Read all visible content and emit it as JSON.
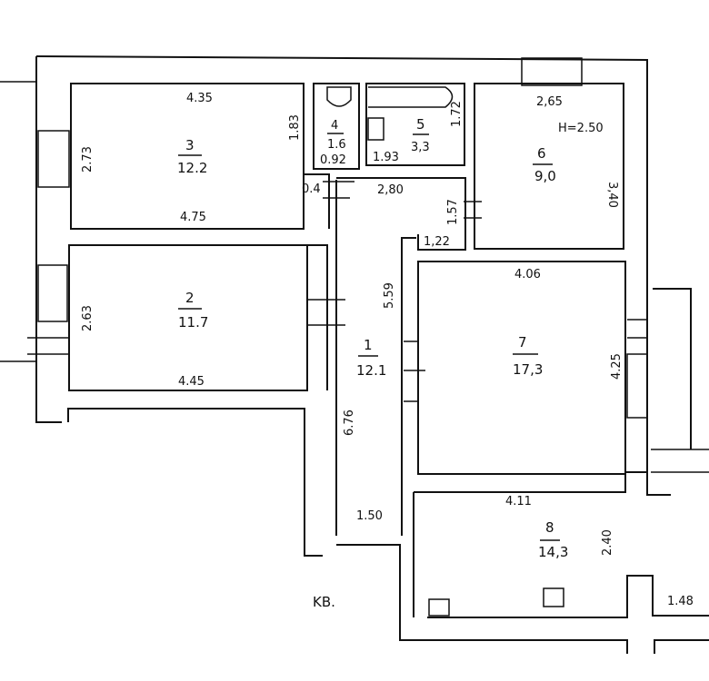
{
  "plan_label": "KB.",
  "ceiling_height": "H=2.50",
  "rooms": {
    "r1": {
      "number": "1",
      "area": "12.1",
      "dim_a": "5.59",
      "dim_b": "6.76",
      "dim_c": "1.50"
    },
    "r2": {
      "number": "2",
      "area": "11.7",
      "dim_width": "4.45",
      "dim_height": "2.63"
    },
    "r3": {
      "number": "3",
      "area": "12.2",
      "dim_top": "4.35",
      "dim_bottom": "4.75",
      "dim_left": "2.73",
      "dim_right": "1.83"
    },
    "r4": {
      "number": "4",
      "area": "1.6",
      "dim_width": "0.92"
    },
    "r5": {
      "number": "5",
      "area": "3,3",
      "dim_width": "1.93",
      "dim_height": "1.72"
    },
    "r6": {
      "number": "6",
      "area": "9,0",
      "dim_width": "2,65",
      "dim_height": "3,40"
    },
    "r7": {
      "number": "7",
      "area": "17,3",
      "dim_width": "4.06",
      "dim_height": "4.25"
    },
    "r8": {
      "number": "8",
      "area": "14,3",
      "dim_width": "4.11",
      "dim_height": "2.40",
      "dim_extra": "1.48"
    }
  },
  "hall": {
    "dim_a": "0.4",
    "dim_b": "2,80",
    "dim_c": "1.57",
    "dim_d": "1,22"
  }
}
